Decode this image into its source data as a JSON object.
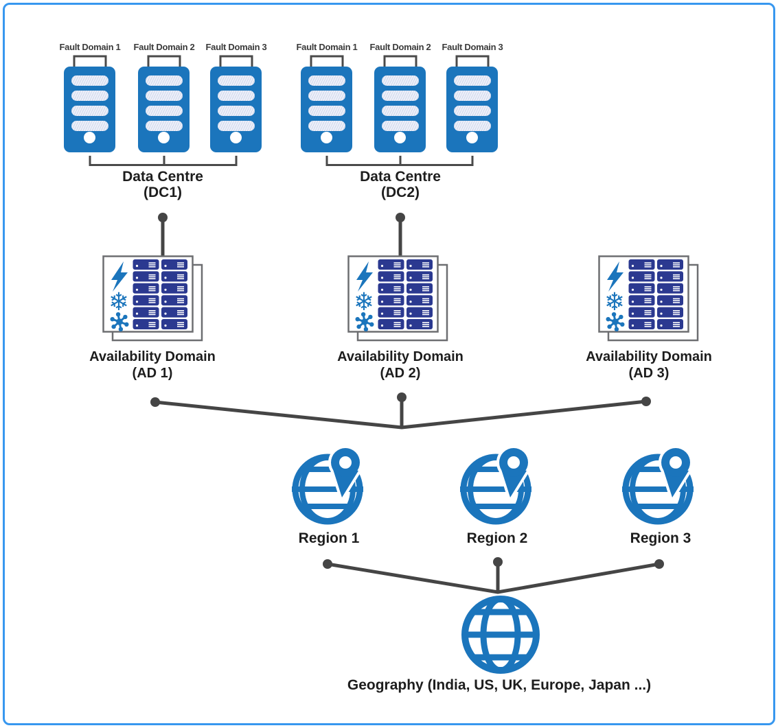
{
  "colors": {
    "primary_blue": "#1b75bc",
    "rack_navy": "#2b3990",
    "connector_gray": "#454545",
    "frame_blue": "#3797ef"
  },
  "data_centres": [
    {
      "name": "Data Centre",
      "code": "(DC1)",
      "fault_domains": [
        "Fault Domain 1",
        "Fault Domain 2",
        "Fault Domain 3"
      ]
    },
    {
      "name": "Data Centre",
      "code": "(DC2)",
      "fault_domains": [
        "Fault Domain 1",
        "Fault Domain 2",
        "Fault Domain 3"
      ]
    }
  ],
  "availability_domains": [
    {
      "name": "Availability Domain",
      "code": "(AD 1)"
    },
    {
      "name": "Availability Domain",
      "code": "(AD 2)"
    },
    {
      "name": "Availability Domain",
      "code": "(AD 3)"
    }
  ],
  "regions": [
    {
      "name": "Region 1"
    },
    {
      "name": "Region 2"
    },
    {
      "name": "Region 3"
    }
  ],
  "geography": {
    "label": "Geography (India, US, UK, Europe, Japan ...)"
  }
}
